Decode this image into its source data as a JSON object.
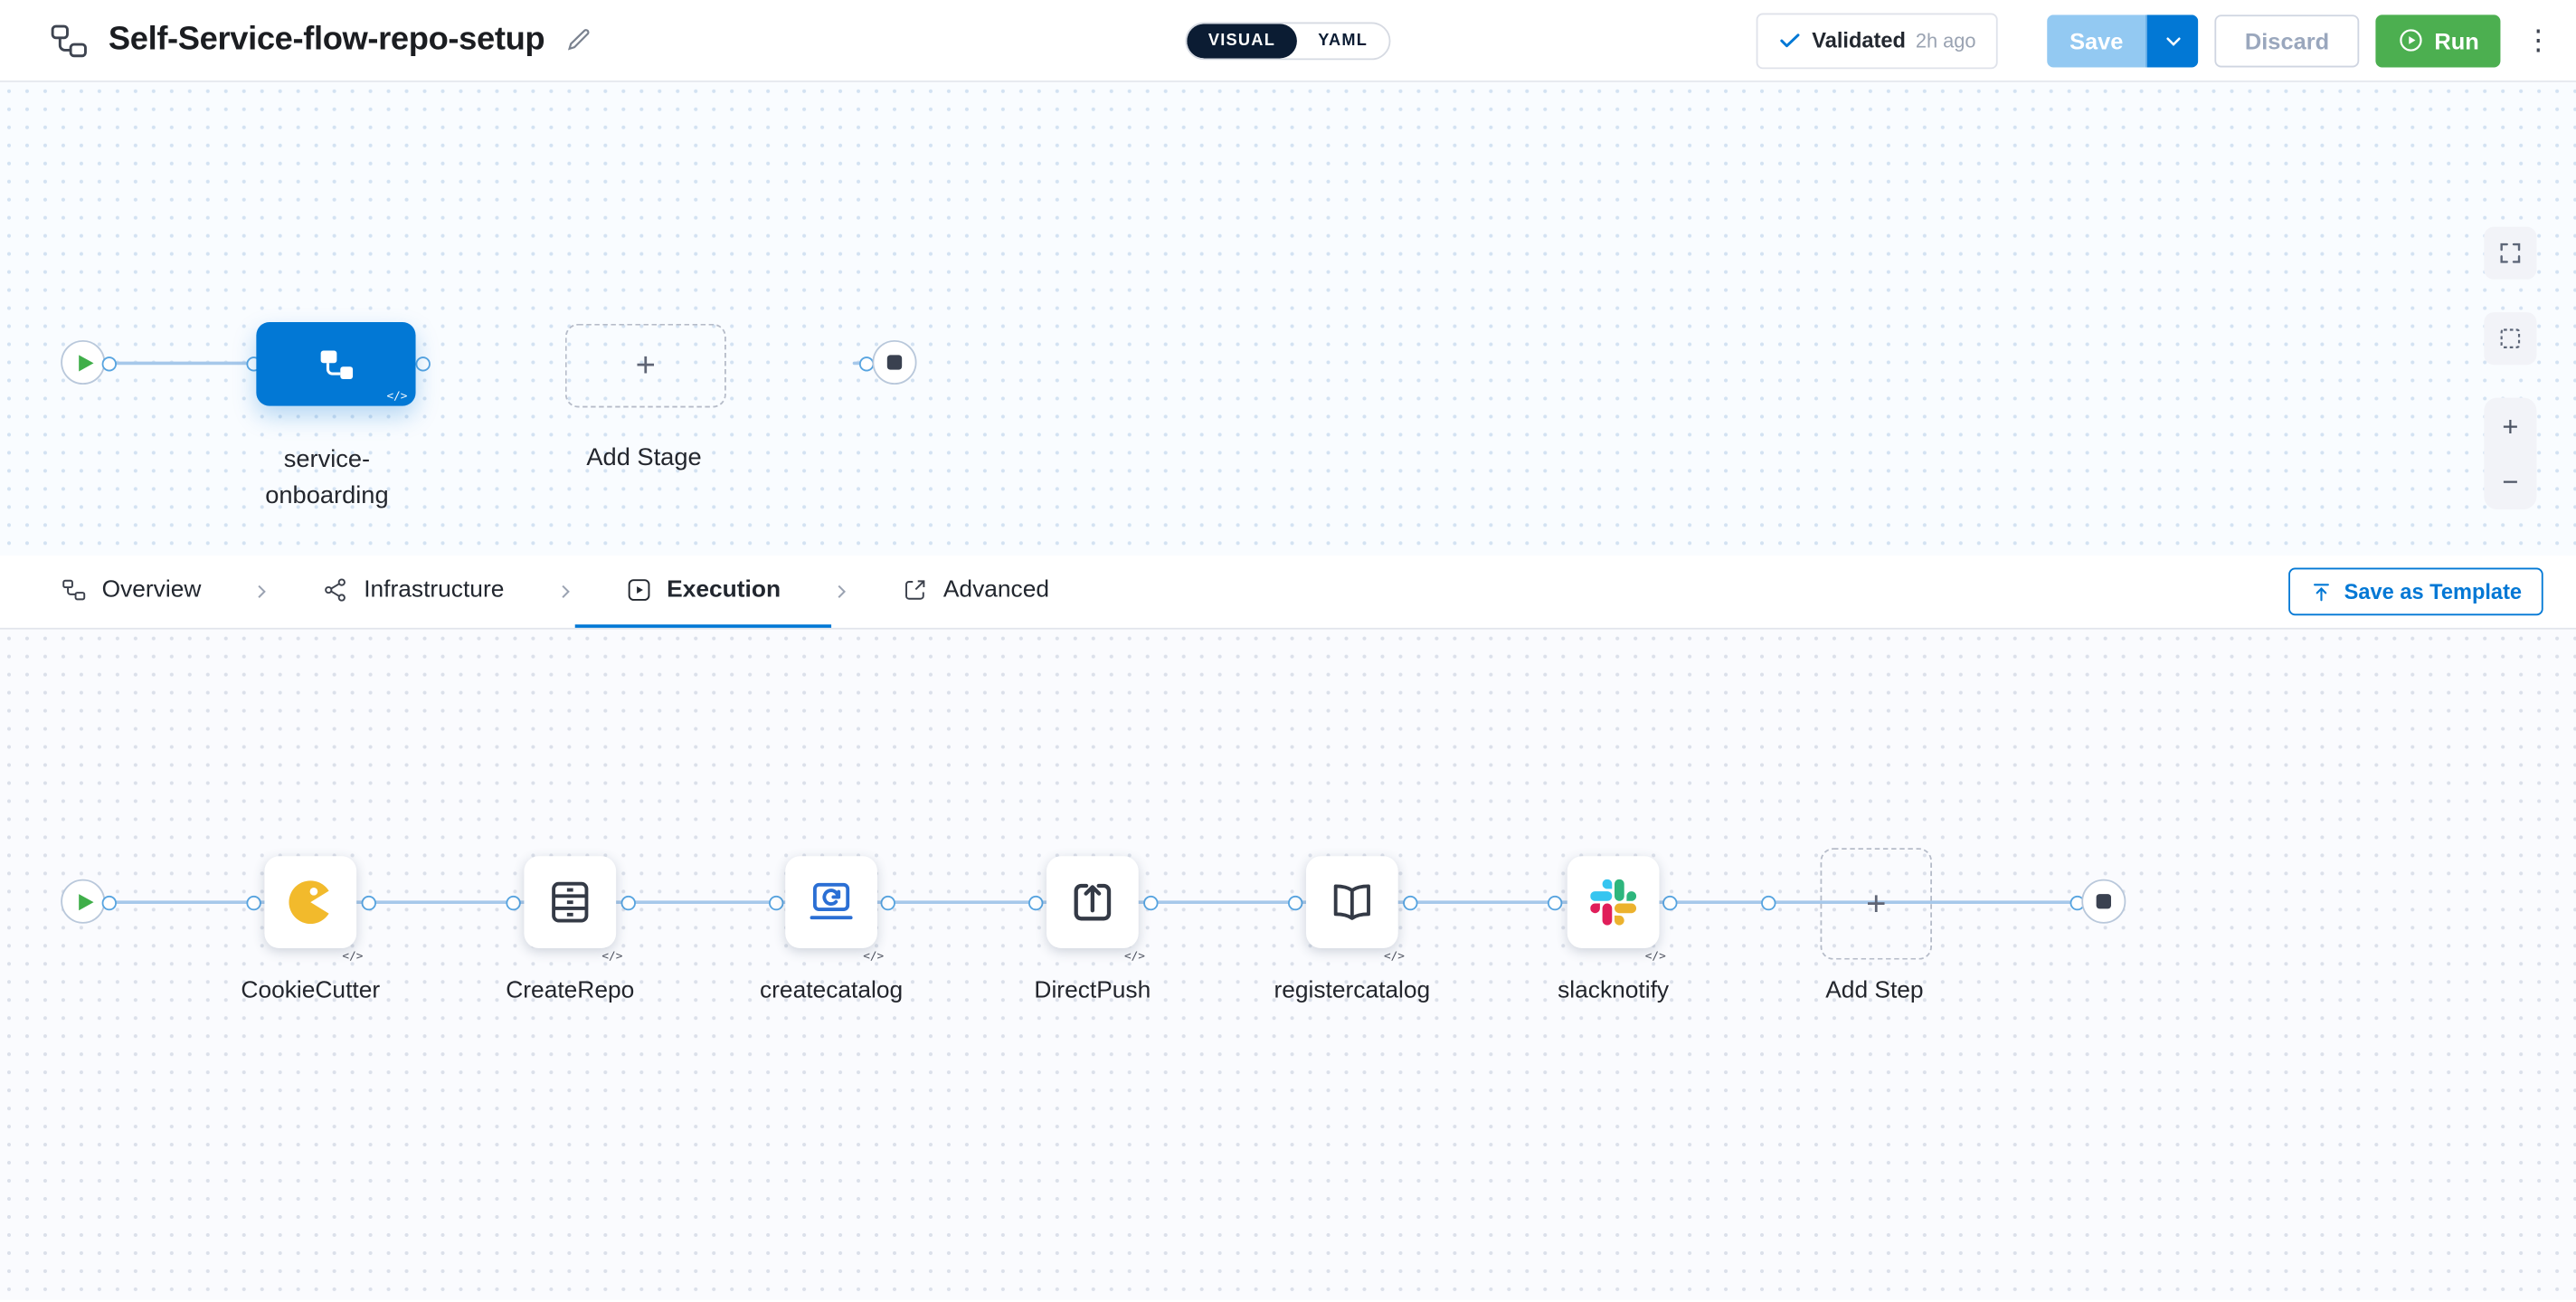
{
  "colors": {
    "primary_blue": "#0278d5",
    "run_green": "#4caf50",
    "toggle_dark": "#0b1c33",
    "edge_blue": "#a6c8ea",
    "save_disabled_blue": "#93c9f2"
  },
  "header": {
    "title": "Self-Service-flow-repo-setup",
    "toggle": {
      "visual": "VISUAL",
      "yaml": "YAML",
      "selected": "VISUAL"
    },
    "validated": {
      "label": "Validated",
      "time": "2h ago"
    },
    "save_label": "Save",
    "discard_label": "Discard",
    "run_label": "Run"
  },
  "stage_graph": {
    "stage_name": "service-onboarding",
    "add_stage_label": "Add Stage",
    "code_badge": "</>"
  },
  "tabs": {
    "items": [
      {
        "label": "Overview",
        "icon": "overview-icon"
      },
      {
        "label": "Infrastructure",
        "icon": "infrastructure-icon"
      },
      {
        "label": "Execution",
        "icon": "execution-icon"
      },
      {
        "label": "Advanced",
        "icon": "advanced-icon"
      }
    ],
    "active": "Execution",
    "save_as_template_label": "Save as Template"
  },
  "execution_graph": {
    "steps": [
      {
        "name": "CookieCutter",
        "icon": "cookiecutter-icon"
      },
      {
        "name": "CreateRepo",
        "icon": "createrepo-icon"
      },
      {
        "name": "createcatalog",
        "icon": "createcatalog-icon"
      },
      {
        "name": "DirectPush",
        "icon": "directpush-icon"
      },
      {
        "name": "registercatalog",
        "icon": "registercatalog-icon"
      },
      {
        "name": "slacknotify",
        "icon": "slacknotify-icon"
      }
    ],
    "add_step_label": "Add Step",
    "code_badge": "</>"
  },
  "canvas_controls": {
    "zoom_in": "+",
    "zoom_out": "−"
  }
}
